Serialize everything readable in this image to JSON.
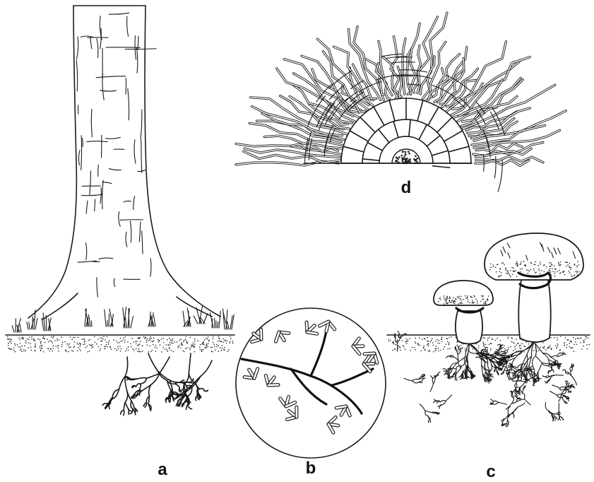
{
  "figure": {
    "labels": {
      "a": "a",
      "b": "b",
      "c": "c",
      "d": "d"
    }
  }
}
